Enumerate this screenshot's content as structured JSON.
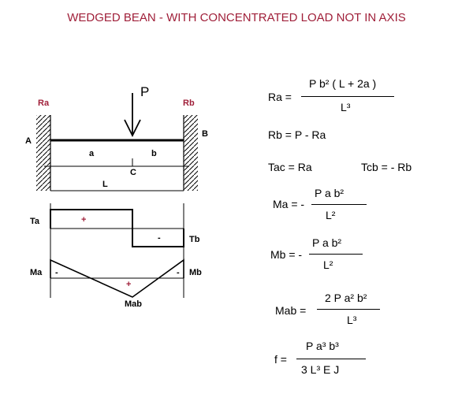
{
  "title": "WEDGED BEAN -  WITH CONCENTRATED LOAD NOT IN AXIS",
  "colors": {
    "title": "#a0203a",
    "lines": "#000000",
    "plus_sign": "#a0203a"
  },
  "diagram": {
    "load_label": "P",
    "reaction_left": "Ra",
    "reaction_right": "Rb",
    "support_left": "A",
    "support_right": "B",
    "segment_a": "a",
    "segment_b": "b",
    "point_c": "C",
    "length": "L",
    "shear_left": "Ta",
    "shear_right": "Tb",
    "shear_plus": "+",
    "shear_minus": "-",
    "moment_left": "Ma",
    "moment_right": "Mb",
    "moment_center": "Mab",
    "moment_minus_left": "-",
    "moment_minus_right": "-",
    "moment_plus": "+"
  },
  "formulas": {
    "ra": {
      "lhs": "Ra =",
      "num": "P b² ( L + 2a )",
      "den": "L³"
    },
    "rb": {
      "text": "Rb = P - Ra"
    },
    "tac": {
      "text": "Tac = Ra"
    },
    "tcb": {
      "text": "Tcb = - Rb"
    },
    "ma": {
      "lhs": "Ma = -",
      "num": "P  a b²",
      "den": "L²"
    },
    "mb": {
      "lhs": "Mb = -",
      "num": "P  a b²",
      "den": "L²"
    },
    "mab": {
      "lhs": "Mab =",
      "num": "2 P a² b²",
      "den": "L³"
    },
    "f": {
      "lhs": "f =",
      "num": "P a³ b³",
      "den": "3  L³ E J"
    }
  }
}
